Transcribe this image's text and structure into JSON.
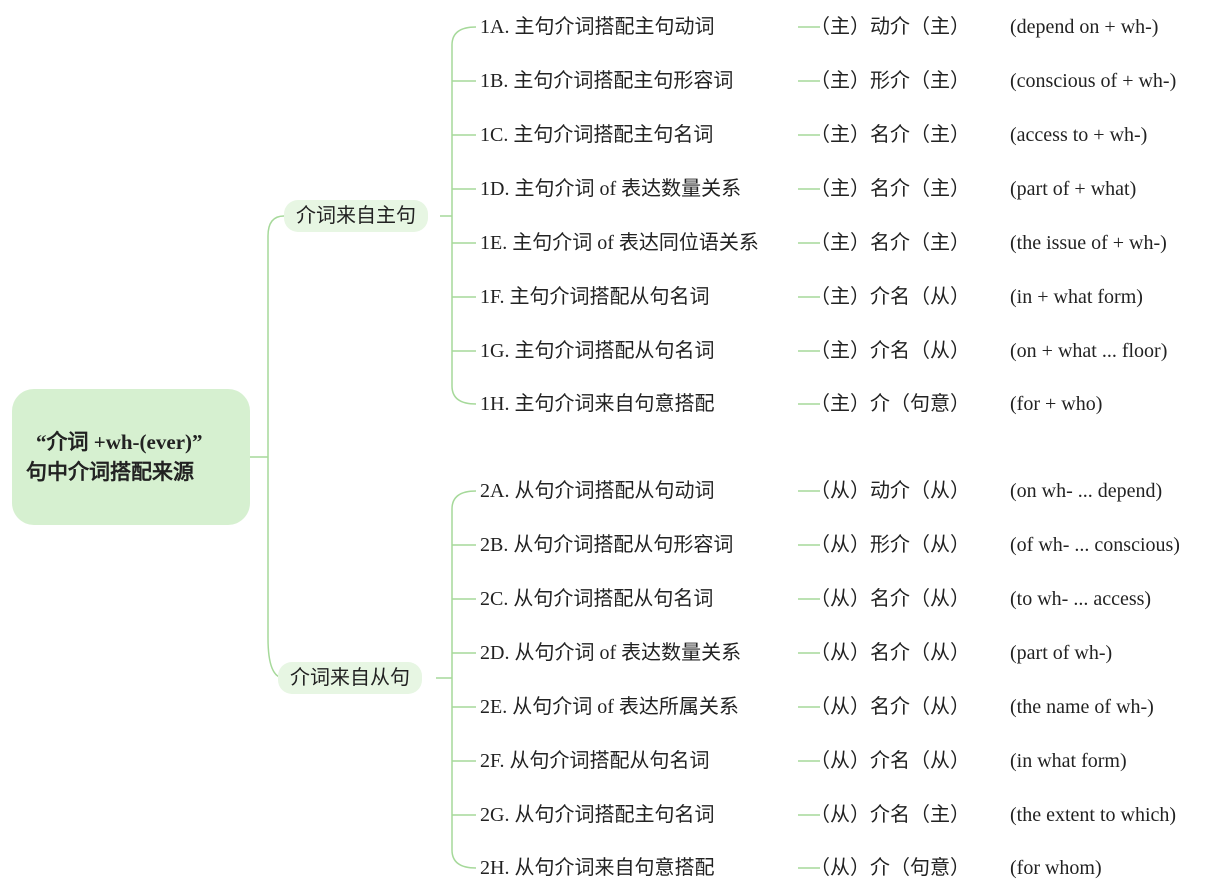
{
  "root": {
    "line1": "“介词 +wh-(ever)”",
    "line2": "句中介词搭配来源"
  },
  "branches": [
    {
      "label": "介词来自主句",
      "items": [
        {
          "label": "1A. 主句介词搭配主句动词",
          "pattern": "（主）动介（主）",
          "example": "(depend on + wh-)"
        },
        {
          "label": "1B. 主句介词搭配主句形容词",
          "pattern": "（主）形介（主）",
          "example": "(conscious of + wh-)"
        },
        {
          "label": "1C. 主句介词搭配主句名词",
          "pattern": "（主）名介（主）",
          "example": "(access to + wh-)"
        },
        {
          "label": "1D. 主句介词 of 表达数量关系",
          "pattern": "（主）名介（主）",
          "example": "(part of + what)"
        },
        {
          "label": "1E. 主句介词 of 表达同位语关系",
          "pattern": "（主）名介（主）",
          "example": "(the issue of + wh-)"
        },
        {
          "label": "1F. 主句介词搭配从句名词",
          "pattern": "（主）介名（从）",
          "example": "(in + what form)"
        },
        {
          "label": "1G. 主句介词搭配从句名词",
          "pattern": "（主）介名（从）",
          "example": "(on + what ... floor)"
        },
        {
          "label": "1H. 主句介词来自句意搭配",
          "pattern": "（主）介（句意）",
          "example": "(for + who)"
        }
      ]
    },
    {
      "label": "介词来自从句",
      "items": [
        {
          "label": "2A. 从句介词搭配从句动词",
          "pattern": "（从）动介（从）",
          "example": "(on wh- ... depend)"
        },
        {
          "label": "2B. 从句介词搭配从句形容词",
          "pattern": "（从）形介（从）",
          "example": "(of wh- ... conscious)"
        },
        {
          "label": "2C. 从句介词搭配从句名词",
          "pattern": "（从）名介（从）",
          "example": "(to wh- ... access)"
        },
        {
          "label": "2D. 从句介词 of 表达数量关系",
          "pattern": "（从）名介（从）",
          "example": "(part of wh-)"
        },
        {
          "label": "2E. 从句介词 of 表达所属关系",
          "pattern": "（从）名介（从）",
          "example": "(the name of wh-)"
        },
        {
          "label": "2F. 从句介词搭配从句名词",
          "pattern": "（从）介名（从）",
          "example": "(in what form)"
        },
        {
          "label": "2G. 从句介词搭配主句名词",
          "pattern": "（从）介名（主）",
          "example": "(the extent to which)"
        },
        {
          "label": "2H. 从句介词来自句意搭配",
          "pattern": "（从）介（句意）",
          "example": "(for whom)"
        }
      ]
    }
  ],
  "colors": {
    "line": "#a6d99a",
    "root_fill": "#d6f0d0",
    "branch_fill": "#e7f6e3"
  }
}
